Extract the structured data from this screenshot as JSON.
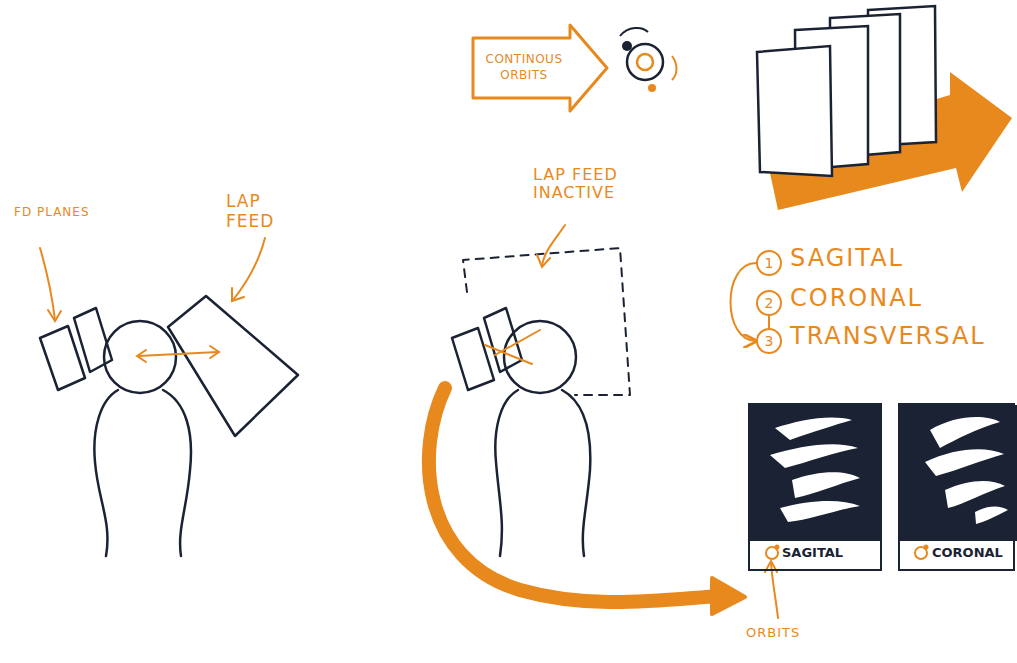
{
  "diagram": {
    "nodes": [
      {
        "text": [
          "CONTINOUS ORBITS"
        ]
      },
      {
        "text": [
          "1",
          "SAGITAL"
        ]
      },
      {
        "text": [
          "2",
          "CORONAL"
        ]
      },
      {
        "text": [
          "3",
          "TRANSVERSAL"
        ]
      },
      {
        "text": [
          "SAGITAL"
        ]
      },
      {
        "text": [
          "CORONAL"
        ]
      }
    ],
    "edges": [
      {
        "from": 1,
        "to": 3,
        "arrow": "to"
      },
      {
        "from": 2,
        "to": 3,
        "arrow": "none"
      }
    ],
    "labels": [
      "FD PLANES",
      "LAP FEED",
      "LAP FEED INACTIVE",
      "ORBITS"
    ]
  }
}
